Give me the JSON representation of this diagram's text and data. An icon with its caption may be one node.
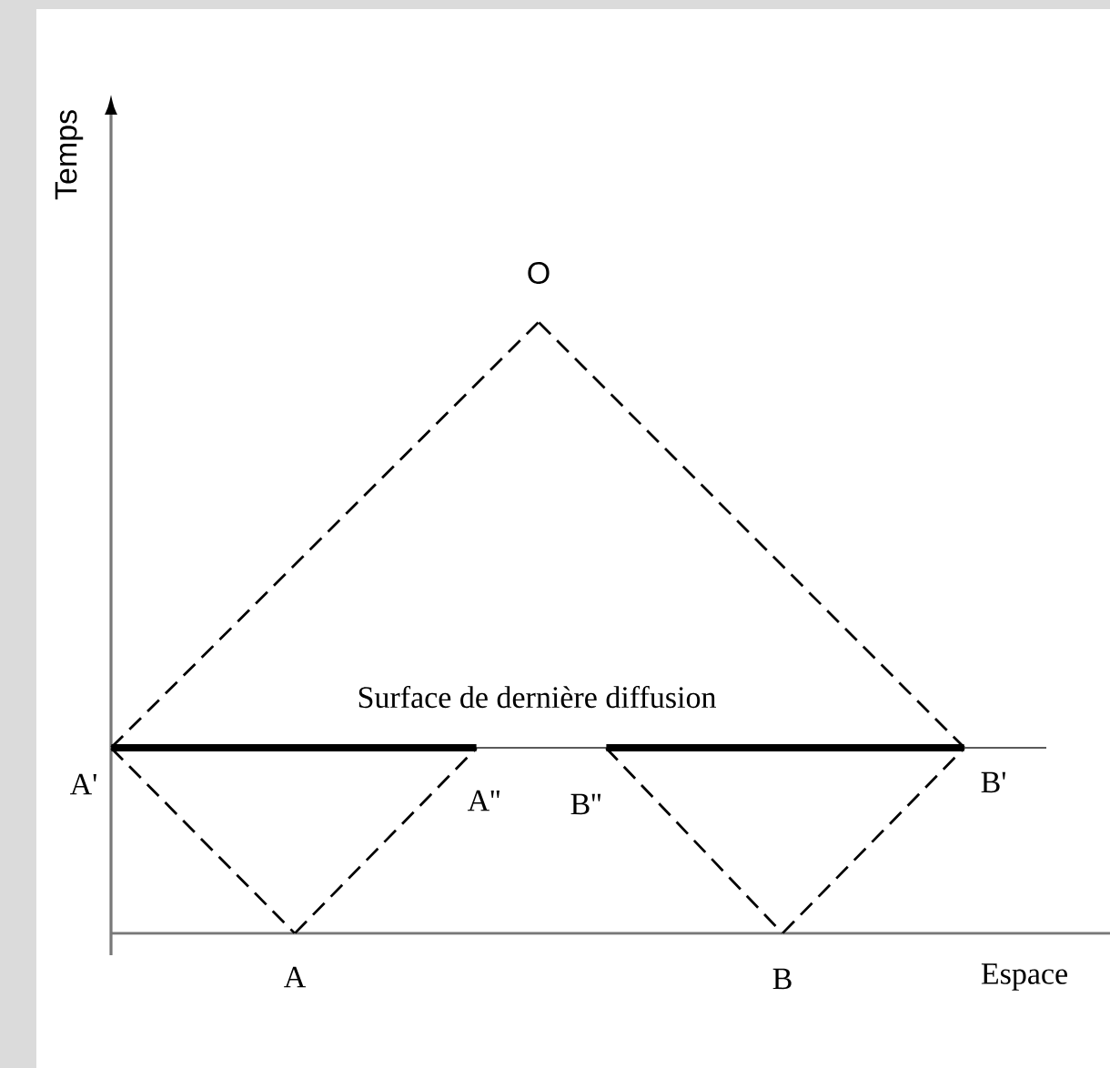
{
  "diagram": {
    "nodes": [
      {
        "text": [
          "O"
        ]
      },
      {
        "text": [
          "A'"
        ]
      },
      {
        "text": [
          "A''"
        ]
      },
      {
        "text": [
          "B''"
        ]
      },
      {
        "text": [
          "B'"
        ]
      },
      {
        "text": [
          "A"
        ]
      },
      {
        "text": [
          "B"
        ]
      }
    ],
    "edges": [
      {
        "from": 1,
        "to": 0,
        "arrow": "none",
        "style": "dashed"
      },
      {
        "from": 0,
        "to": 4,
        "arrow": "none",
        "style": "dashed"
      },
      {
        "from": 1,
        "to": 5,
        "arrow": "none",
        "style": "dashed"
      },
      {
        "from": 5,
        "to": 2,
        "arrow": "none",
        "style": "dashed"
      },
      {
        "from": 3,
        "to": 6,
        "arrow": "none",
        "style": "dashed"
      },
      {
        "from": 6,
        "to": 4,
        "arrow": "none",
        "style": "dashed"
      },
      {
        "from": 1,
        "to": 2,
        "arrow": "none",
        "style": "thick"
      },
      {
        "from": 3,
        "to": 4,
        "arrow": "none",
        "style": "thick"
      }
    ],
    "labels": [
      "Temps",
      "Surface de dernière diffusion",
      "Espace"
    ]
  }
}
